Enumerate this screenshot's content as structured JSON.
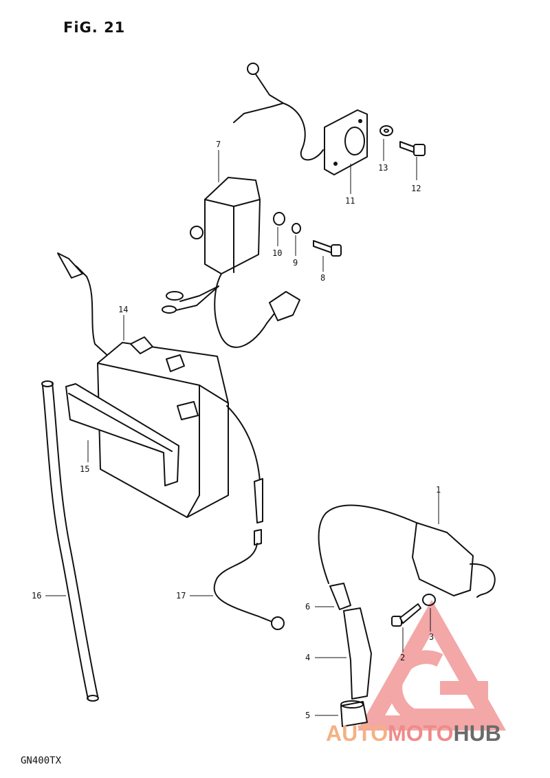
{
  "figure": {
    "title": "FiG. 21",
    "model_code": "GN400TX"
  },
  "callouts": [
    {
      "id": "1",
      "label": "1"
    },
    {
      "id": "2",
      "label": "2"
    },
    {
      "id": "3",
      "label": "3"
    },
    {
      "id": "4",
      "label": "4"
    },
    {
      "id": "5",
      "label": "5"
    },
    {
      "id": "6",
      "label": "6"
    },
    {
      "id": "7",
      "label": "7"
    },
    {
      "id": "8",
      "label": "8"
    },
    {
      "id": "9",
      "label": "9"
    },
    {
      "id": "10",
      "label": "10"
    },
    {
      "id": "11",
      "label": "11"
    },
    {
      "id": "12",
      "label": "12"
    },
    {
      "id": "13",
      "label": "13"
    },
    {
      "id": "14",
      "label": "14"
    },
    {
      "id": "15",
      "label": "15"
    },
    {
      "id": "16",
      "label": "16"
    },
    {
      "id": "17",
      "label": "17"
    }
  ],
  "watermark": {
    "part1": "AUTO",
    "part2": "MOTO",
    "part3": "HUB",
    "color_primary": "#f08a8a",
    "color_secondary": "#f4b183",
    "color_dark": "#3a3a3a"
  }
}
